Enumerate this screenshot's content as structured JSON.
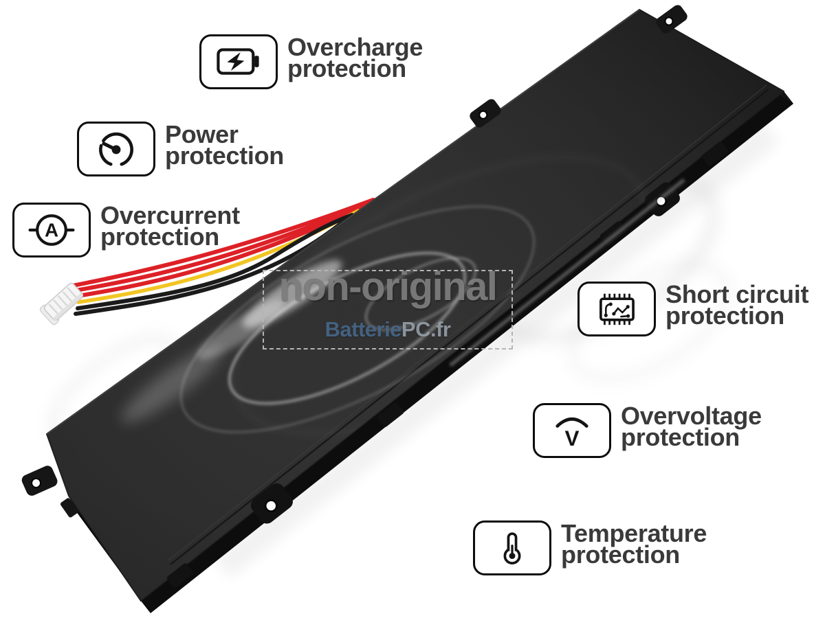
{
  "watermark": {
    "title": "non-original",
    "brand_blue": "Batterie",
    "brand_suffix": "PC.fr"
  },
  "features": [
    {
      "id": "overcharge",
      "icon": "battery-bolt-icon",
      "line1": "Overcharge",
      "line2": "protection"
    },
    {
      "id": "power",
      "icon": "power-gauge-icon",
      "line1": "Power",
      "line2": "protection"
    },
    {
      "id": "overcurrent",
      "icon": "ammeter-icon",
      "line1": "Overcurrent",
      "line2": "protection",
      "symbol": "A"
    },
    {
      "id": "short-circuit",
      "icon": "circuit-chip-icon",
      "line1": "Short circuit",
      "line2": "protection"
    },
    {
      "id": "overvoltage",
      "icon": "voltage-arc-icon",
      "line1": "Overvoltage",
      "line2": "protection",
      "symbol": "V"
    },
    {
      "id": "temperature",
      "icon": "thermometer-icon",
      "line1": "Temperature",
      "line2": "protection"
    }
  ],
  "photo": {
    "subject": "laptop battery pack, black, shown diagonally with mounting tabs",
    "wire_colors": [
      "red",
      "red",
      "red",
      "yellow",
      "black",
      "black"
    ],
    "connector": "white multi-pin connector"
  },
  "colors": {
    "label-text": "#3a3a3a",
    "box-border": "#0c0c0c",
    "icon-stroke": "#141414",
    "watermark-gray": "#7d7d7d",
    "brand-blue": "#47688c",
    "brand-silver": "#97a1ab",
    "wire-red": "#dd2127",
    "wire-yellow": "#f2c523",
    "wire-black": "#1b1b1b",
    "battery-face": "#252525",
    "battery-side": "#0d0d0d"
  }
}
